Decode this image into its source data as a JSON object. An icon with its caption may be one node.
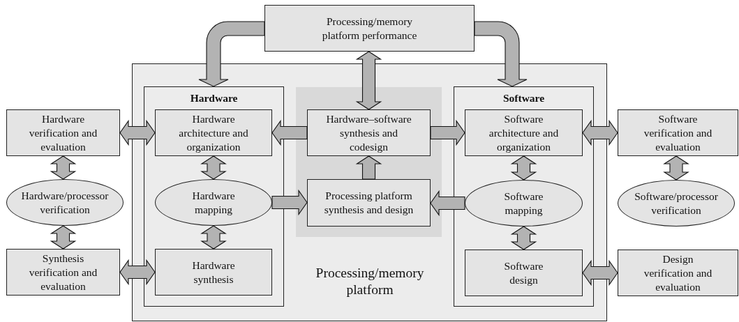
{
  "diagram": {
    "nodes": [
      {
        "text": [
          "Processing/memory platform performance"
        ]
      },
      {
        "text": [
          "Processing/memory platform"
        ]
      },
      {
        "text": [
          "Hardware"
        ],
        "in": 1
      },
      {
        "text": [
          "Hardware architecture and organization"
        ],
        "in": 2
      },
      {
        "text": [
          "Hardware mapping"
        ],
        "in": 2
      },
      {
        "text": [
          "Hardware synthesis"
        ],
        "in": 2
      },
      {
        "text": [],
        "shape": "box",
        "in": 1
      },
      {
        "text": [
          "Hardware–software synthesis and codesign"
        ],
        "in": 6
      },
      {
        "text": [
          "Processing platform synthesis and design"
        ],
        "in": 6
      },
      {
        "text": [
          "Software"
        ],
        "in": 1
      },
      {
        "text": [
          "Software architecture and organization"
        ],
        "in": 9
      },
      {
        "text": [
          "Software mapping"
        ],
        "in": 9
      },
      {
        "text": [
          "Software design"
        ],
        "in": 9
      },
      {
        "text": [
          "Hardware verification and evaluation"
        ]
      },
      {
        "text": [
          "Hardware/processor verification"
        ]
      },
      {
        "text": [
          "Synthesis verification and evaluation"
        ]
      },
      {
        "text": [
          "Software verification and evaluation"
        ]
      },
      {
        "text": [
          "Software/processor verification"
        ]
      },
      {
        "text": [
          "Design verification and evaluation"
        ]
      }
    ],
    "edges": [
      {
        "from": 0,
        "to": 2,
        "arrow": "to"
      },
      {
        "from": 0,
        "to": 7,
        "arrow": "both"
      },
      {
        "from": 0,
        "to": 9,
        "arrow": "to"
      },
      {
        "from": 13,
        "to": 3,
        "arrow": "both"
      },
      {
        "from": 7,
        "to": 3,
        "arrow": "to"
      },
      {
        "from": 7,
        "to": 10,
        "arrow": "to"
      },
      {
        "from": 10,
        "to": 16,
        "arrow": "both"
      },
      {
        "from": 13,
        "to": 14,
        "arrow": "both"
      },
      {
        "from": 3,
        "to": 4,
        "arrow": "both"
      },
      {
        "from": 8,
        "to": 7,
        "arrow": "to"
      },
      {
        "from": 10,
        "to": 11,
        "arrow": "both"
      },
      {
        "from": 16,
        "to": 17,
        "arrow": "both"
      },
      {
        "from": 14,
        "to": 15,
        "arrow": "both"
      },
      {
        "from": 4,
        "to": 8,
        "arrow": "to"
      },
      {
        "from": 11,
        "to": 8,
        "arrow": "to"
      },
      {
        "from": 4,
        "to": 5,
        "arrow": "both"
      },
      {
        "from": 11,
        "to": 12,
        "arrow": "both"
      },
      {
        "from": 15,
        "to": 5,
        "arrow": "both"
      },
      {
        "from": 12,
        "to": 18,
        "arrow": "both"
      }
    ]
  }
}
